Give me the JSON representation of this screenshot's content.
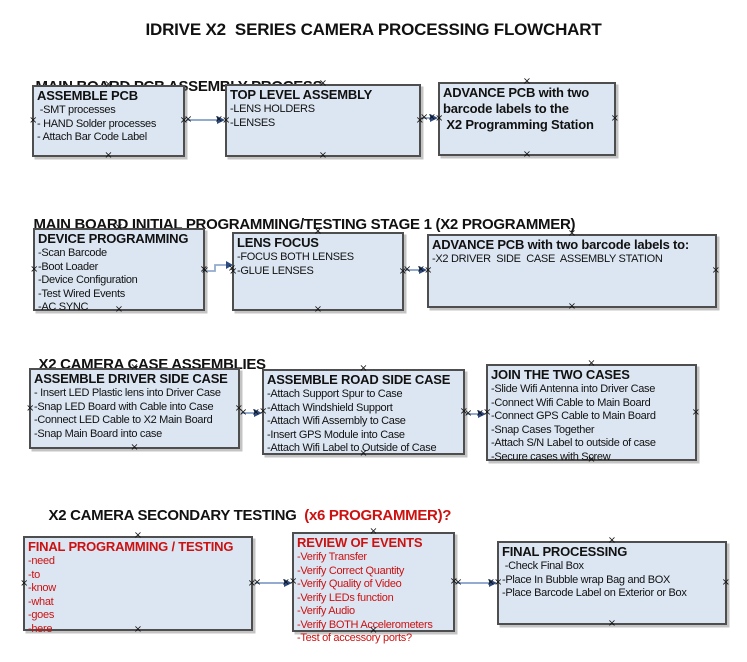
{
  "title": "IDRIVE X2  SERIES CAMERA PROCESSING FLOWCHART",
  "colors": {
    "box_fill": "#dce6f2",
    "box_border": "#4e4e4e",
    "red_text": "#cc1111",
    "arrow_line": "#92abce",
    "arrow_head": "#2a4a80"
  },
  "icons": {
    "connection_handle": "×"
  },
  "sections": [
    {
      "heading": "MAIN BOARD PCB ASSEMBLY PROCESS",
      "boxes": [
        {
          "title_lines": [
            "ASSEMBLE PCB"
          ],
          "items": [
            " -SMT processes",
            "- HAND Solder processes",
            "- Attach Bar Code Label"
          ]
        },
        {
          "title_lines": [
            "TOP LEVEL ASSEMBLY"
          ],
          "items": [
            "-LENS HOLDERS",
            "-LENSES"
          ]
        },
        {
          "title_lines": [
            "ADVANCE PCB with two",
            "barcode labels to the",
            " X2 Programming Station"
          ],
          "items": []
        }
      ]
    },
    {
      "heading": "MAIN BOARD INITIAL PROGRAMMING/TESTING STAGE 1 (X2 PROGRAMMER)",
      "boxes": [
        {
          "title_lines": [
            "DEVICE PROGRAMMING"
          ],
          "items": [
            "-Scan Barcode",
            "-Boot Loader",
            "-Device Configuration",
            "-Test Wired Events",
            "-AC SYNC"
          ]
        },
        {
          "title_lines": [
            "LENS FOCUS"
          ],
          "items": [
            "-FOCUS BOTH LENSES",
            "-GLUE LENSES"
          ]
        },
        {
          "title_lines": [
            "ADVANCE PCB with two barcode labels to:"
          ],
          "items": [
            "-X2 DRIVER  SIDE  CASE  ASSEMBLY STATION"
          ]
        }
      ]
    },
    {
      "heading": "X2 CAMERA CASE ASSEMBLIES",
      "boxes": [
        {
          "title_lines": [
            "ASSEMBLE DRIVER SIDE CASE"
          ],
          "items": [
            "- Insert LED Plastic lens into Driver Case",
            "-Snap LED Board with Cable into Case",
            "-Connect LED Cable to X2 Main Board",
            "-Snap Main Board into case"
          ]
        },
        {
          "title_lines": [
            "ASSEMBLE ROAD SIDE CASE"
          ],
          "items": [
            "-Attach Support Spur to Case",
            "-Attach Windshield Support",
            "-Attach Wifi Assembly to Case",
            "-Insert GPS Module into Case",
            "-Attach Wifi Label to Outside of Case"
          ]
        },
        {
          "title_lines": [
            "JOIN THE TWO CASES"
          ],
          "items": [
            "-Slide Wifi Antenna into Driver Case",
            "-Connect Wifi Cable to Main Board",
            "-Connect GPS Cable to Main Board",
            "-Snap Cases Together",
            "-Attach S/N Label to outside of case",
            "-Secure cases with Screw"
          ]
        }
      ]
    },
    {
      "heading": "X2 CAMERA SECONDARY TESTING  ",
      "heading_red": "(x6 PROGRAMMER)?",
      "boxes": [
        {
          "title_lines": [
            "FINAL PROGRAMMING / TESTING"
          ],
          "items": [
            "-need",
            "-to",
            "-know",
            "-what",
            "-goes",
            "-here"
          ]
        },
        {
          "title_lines": [
            "REVIEW OF EVENTS"
          ],
          "items": [
            "-Verify Transfer",
            "-Verify Correct Quantity",
            "-Verify Quality of Video",
            "-Verify LEDs function",
            "-Verify Audio",
            "-Verify BOTH Accelerometers",
            "-Test of accessory ports?"
          ]
        },
        {
          "title_lines": [
            "FINAL PROCESSING"
          ],
          "items": [
            " -Check Final Box",
            "-Place In Bubble wrap Bag and BOX",
            "-Place Barcode Label on Exterior or Box"
          ]
        }
      ]
    }
  ]
}
